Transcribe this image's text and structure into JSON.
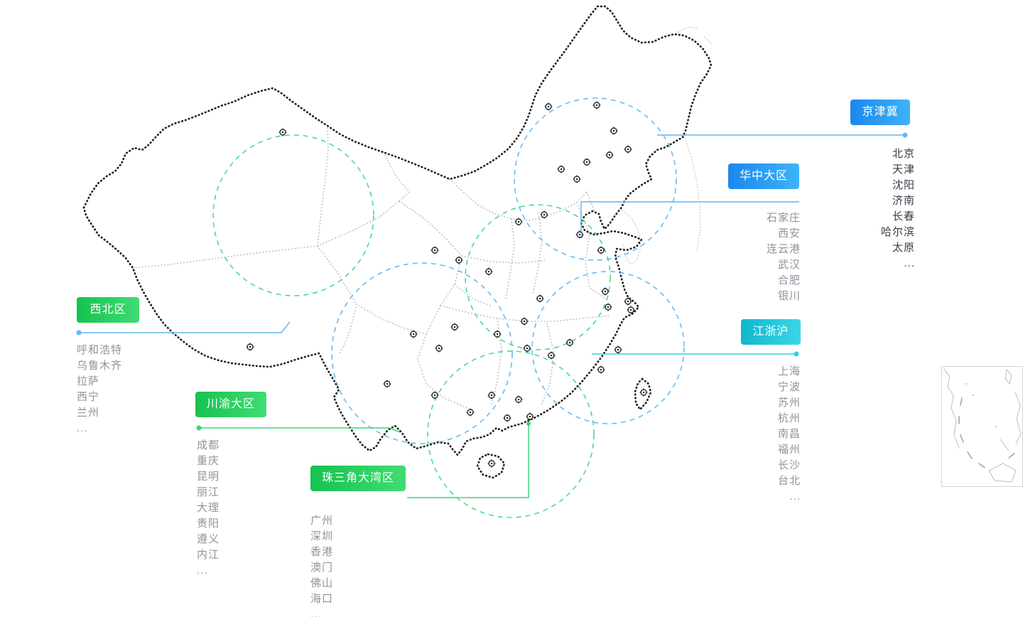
{
  "colors": {
    "blue_label_start": "#1b87ee",
    "blue_label_end": "#3eb3f8",
    "green_label_start": "#15c24f",
    "green_label_end": "#40dc74",
    "cyan_label_start": "#10b7cc",
    "cyan_label_end": "#3cd7e9",
    "blue_line": "#5bb8f7",
    "green_line": "#37d877",
    "cyan_line": "#35cfe3",
    "blue_circle": "#56b4f4",
    "green_circle": "#37d877",
    "national_border": "#202020",
    "province_border": "#a8adb4",
    "dark_city_text": "#353c44",
    "gray_city_text": "#8e949b"
  },
  "regions": [
    {
      "label": "京津冀",
      "theme": "blue",
      "cities": [
        "北京",
        "天津",
        "沈阳",
        "济南",
        "长春",
        "哈尔滨",
        "太原",
        "..."
      ]
    },
    {
      "label": "华中大区",
      "theme": "blue",
      "cities": [
        "石家庄",
        "西安",
        "连云港",
        "武汉",
        "合肥",
        "银川"
      ]
    },
    {
      "label": "江浙沪",
      "theme": "cyan",
      "cities": [
        "上海",
        "宁波",
        "苏州",
        "杭州",
        "南昌",
        "福州",
        "长沙",
        "台北",
        "..."
      ]
    },
    {
      "label": "西北区",
      "theme": "green",
      "cities": [
        "呼和浩特",
        "乌鲁木齐",
        "拉萨",
        "西宁",
        "兰州",
        "..."
      ]
    },
    {
      "label": "川渝大区",
      "theme": "green",
      "cities": [
        "成都",
        "重庆",
        "昆明",
        "丽江",
        "大理",
        "贵阳",
        "遵义",
        "内江",
        "..."
      ]
    },
    {
      "label": "珠三角大湾区",
      "theme": "green",
      "cities": [
        "广州",
        "深圳",
        "香港",
        "澳门",
        "佛山",
        "海口",
        "..."
      ]
    }
  ]
}
